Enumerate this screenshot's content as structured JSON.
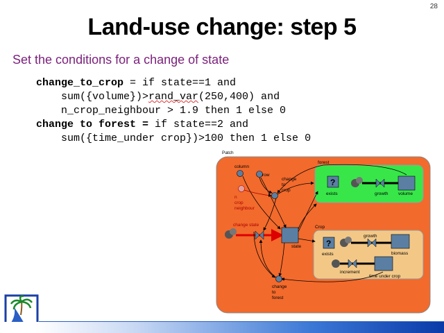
{
  "slide": {
    "page_number": "28",
    "title": "Land-use change: step 5",
    "subtitle": "Set the conditions for a change of state"
  },
  "code": {
    "line1_var": "change_to_crop",
    "line1_rest": " = if state==1 and",
    "line2_pre": "    sum({volume})>",
    "line2_wavy": "rand_var",
    "line2_post": "(250,400) and",
    "line3": "    n_crop_neighbour > 1.9 then 1 else 0",
    "line4_var": "change to forest =",
    "line4_rest": " if state==2 and",
    "line5": "    sum({time_under crop})>100 then 1 else 0"
  },
  "diagram": {
    "patch_label": "Patch",
    "column": "column",
    "row": "row",
    "change_to_crop": [
      "change",
      "to",
      "crop"
    ],
    "n_crop_neighbour": [
      "n",
      "crop",
      "neighbour"
    ],
    "change_state": "change state",
    "state": "state",
    "change_to_forest": [
      "change",
      "to",
      "forest"
    ],
    "forest": {
      "title": "forest",
      "exists": "exists",
      "growth": "growth",
      "volume": "volume",
      "question": "?"
    },
    "crop": {
      "title": "Crop",
      "exists": "exists",
      "growth": "growth",
      "biomass": "biomass",
      "increment": "increment",
      "time_under_crop": "time under crop",
      "question": "?"
    },
    "colors": {
      "patch_bg": "#f26a2c",
      "forest_bg": "#38e64a",
      "crop_bg": "#f3c887",
      "stock": "#5b7fa3",
      "change_state_flow": "#dd0000"
    }
  }
}
